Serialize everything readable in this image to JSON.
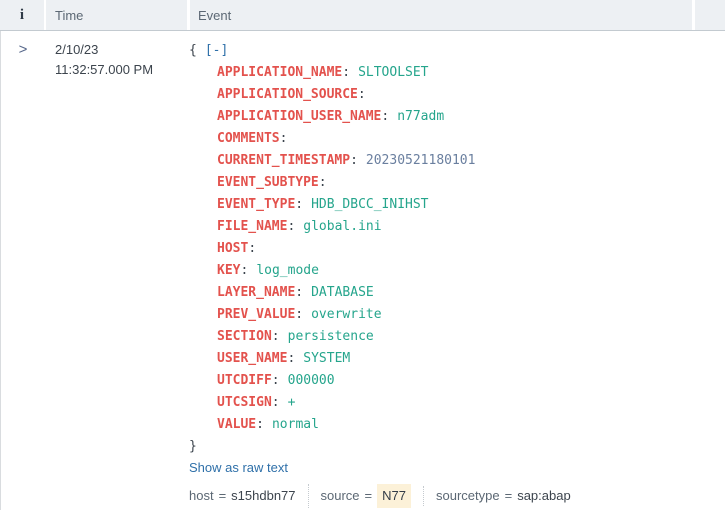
{
  "header": {
    "info_col": "i",
    "time_col": "Time",
    "event_col": "Event"
  },
  "event_row": {
    "expander_icon": ">",
    "time_line1": "2/10/23",
    "time_line2": "11:32:57.000 PM",
    "json": {
      "open_brace": "{",
      "collapse_toggle": "[-]",
      "close_brace": "}",
      "colon": ":",
      "fields": [
        {
          "key": "APPLICATION_NAME",
          "value": "SLTOOLSET",
          "value_style": "str"
        },
        {
          "key": "APPLICATION_SOURCE",
          "value": "",
          "value_style": "str"
        },
        {
          "key": "APPLICATION_USER_NAME",
          "value": "n77adm",
          "value_style": "str"
        },
        {
          "key": "COMMENTS",
          "value": "",
          "value_style": "str"
        },
        {
          "key": "CURRENT_TIMESTAMP",
          "value": "20230521180101",
          "value_style": "num"
        },
        {
          "key": "EVENT_SUBTYPE",
          "value": "",
          "value_style": "str"
        },
        {
          "key": "EVENT_TYPE",
          "value": "HDB_DBCC_INIHST",
          "value_style": "str"
        },
        {
          "key": "FILE_NAME",
          "value": "global.ini",
          "value_style": "str"
        },
        {
          "key": "HOST",
          "value": "",
          "value_style": "str"
        },
        {
          "key": "KEY",
          "value": "log_mode",
          "value_style": "str"
        },
        {
          "key": "LAYER_NAME",
          "value": "DATABASE",
          "value_style": "str"
        },
        {
          "key": "PREV_VALUE",
          "value": "overwrite",
          "value_style": "str"
        },
        {
          "key": "SECTION",
          "value": "persistence",
          "value_style": "str"
        },
        {
          "key": "USER_NAME",
          "value": "SYSTEM",
          "value_style": "str"
        },
        {
          "key": "UTCDIFF",
          "value": "000000",
          "value_style": "str"
        },
        {
          "key": "UTCSIGN",
          "value": "+",
          "value_style": "str"
        },
        {
          "key": "VALUE",
          "value": "normal",
          "value_style": "str"
        }
      ]
    },
    "raw_text_link": "Show as raw text",
    "selected_fields": [
      {
        "name": "host",
        "eq": "=",
        "value": "s15hdbn77",
        "value_style": "plain"
      },
      {
        "name": "source",
        "eq": "=",
        "value": "N77",
        "value_style": "hl"
      },
      {
        "name": "sourcetype",
        "eq": "=",
        "value": "sap:abap",
        "value_style": "plain"
      }
    ]
  },
  "colors": {
    "header_bg": "#edf0f3",
    "json_key": "#e3524d",
    "json_string": "#25a58c",
    "json_number": "#6a7f9f",
    "link_blue": "#2f70a9",
    "field_highlight_bg": "#fcf1d8",
    "text_dark": "#3c444d",
    "text_muted": "#5c6874"
  }
}
